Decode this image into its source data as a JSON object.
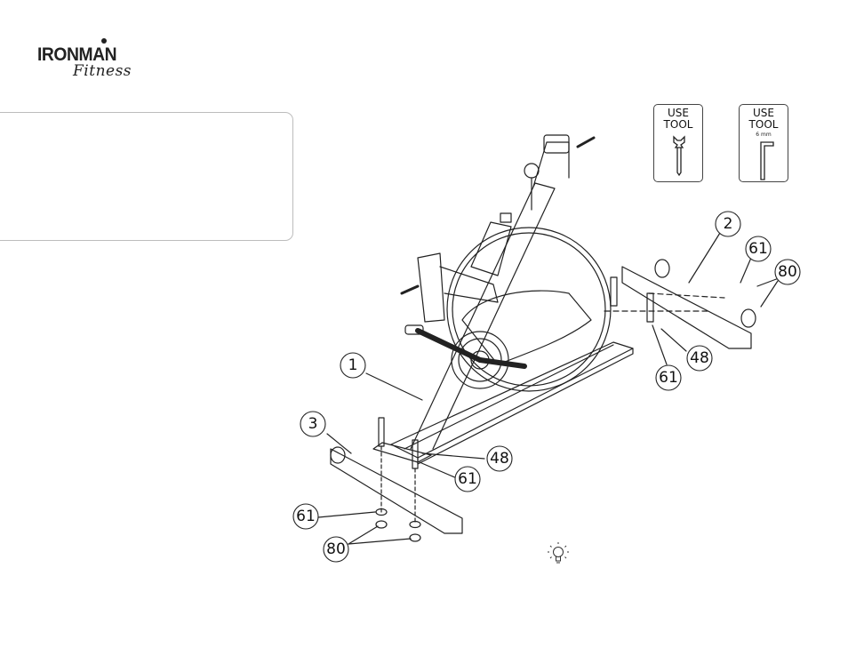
{
  "logo": {
    "brand": "IRONMAN",
    "sub": "Fitness"
  },
  "tools": [
    {
      "line1": "USE",
      "line2": "TOOL",
      "size": "",
      "icon": "wrench-icon"
    },
    {
      "line1": "USE",
      "line2": "TOOL",
      "size": "6 mm",
      "icon": "hex-key-icon"
    }
  ],
  "labels": {
    "part_2": "2",
    "part_61_top": "61",
    "part_80_top": "80",
    "part_48_right": "48",
    "part_61_right": "61",
    "part_1": "1",
    "part_3": "3",
    "part_48_front": "48",
    "part_61_front": "61",
    "part_61_left": "61",
    "part_80_left": "80"
  },
  "tip_icon": "lightbulb-icon"
}
